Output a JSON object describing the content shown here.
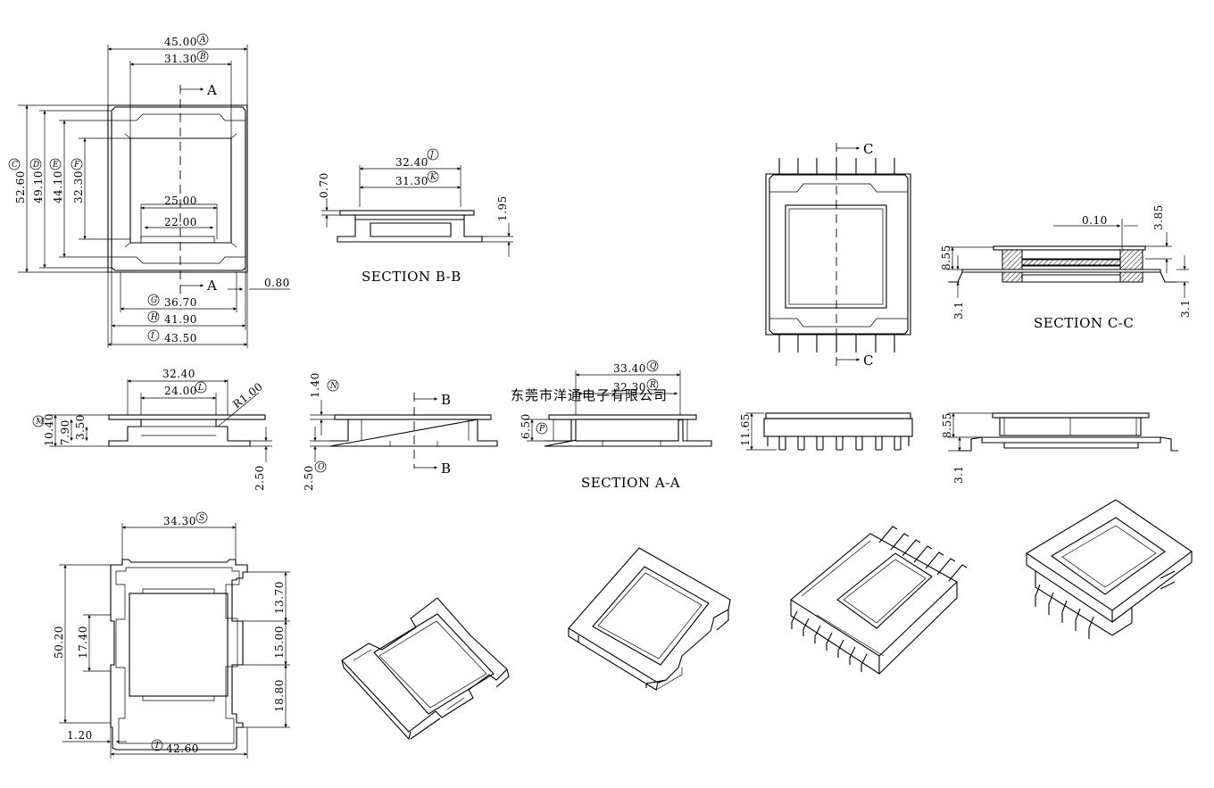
{
  "sheet": {
    "watermark": "东莞市洋通电子有限公司",
    "section_labels": {
      "bb": "SECTION B-B",
      "cc": "SECTION C-C",
      "aa": "SECTION A-A"
    },
    "cut_letters": {
      "a": "A",
      "b": "B",
      "c": "C"
    }
  },
  "top_view": {
    "dims": {
      "d45": "45.00",
      "d3130": "31.30",
      "d2500": "25.00",
      "d2200": "22.00",
      "d5260": "52.60",
      "d4910": "49.10",
      "d4410": "44.10",
      "d3230": "32.30",
      "d3670": "36.70",
      "d4190": "41.90",
      "d4350": "43.50",
      "d080": "0.80"
    },
    "tags": {
      "A": "A",
      "B": "B",
      "C": "C",
      "D": "D",
      "E": "E",
      "F": "F",
      "G": "G",
      "H": "H",
      "I": "I"
    }
  },
  "section_bb": {
    "dims": {
      "d3240": "32.40",
      "d3130": "31.30",
      "d070": "0.70",
      "d195": "1.95"
    },
    "tags": {
      "J": "J",
      "K": "K"
    }
  },
  "section_cc": {
    "dims": {
      "d010": "0.10",
      "d385": "3.85",
      "d855": "8.55",
      "d31a": "3.1",
      "d31b": "3.1"
    }
  },
  "side_view_1": {
    "dims": {
      "d3240": "32.40",
      "d2400": "24.00",
      "r100": "R1.00",
      "d1040": "10.40",
      "d790": "7.90",
      "d350": "3.50",
      "d250": "2.50"
    },
    "tags": {
      "L": "L",
      "M": "M"
    }
  },
  "side_view_2": {
    "dims": {
      "d140": "1.40",
      "d250": "2.50"
    },
    "tags": {
      "N": "N",
      "O": "O"
    }
  },
  "section_aa": {
    "dims": {
      "d3340": "33.40",
      "d3230": "32.30",
      "d650": "6.50"
    },
    "tags": {
      "Q": "Q",
      "R": "R",
      "P": "P"
    }
  },
  "side_view_3": {
    "dims": {
      "d1165": "11.65"
    }
  },
  "side_view_4": {
    "dims": {
      "d855": "8.55",
      "d31": "3.1"
    }
  },
  "bottom_view": {
    "dims": {
      "d3430": "34.30",
      "d5020": "50.20",
      "d1740": "17.40",
      "d1370": "13.70",
      "d1500": "15.00",
      "d1880": "18.80",
      "d120": "1.20",
      "d4260": "42.60"
    },
    "tags": {
      "S": "S",
      "T": "T"
    }
  }
}
